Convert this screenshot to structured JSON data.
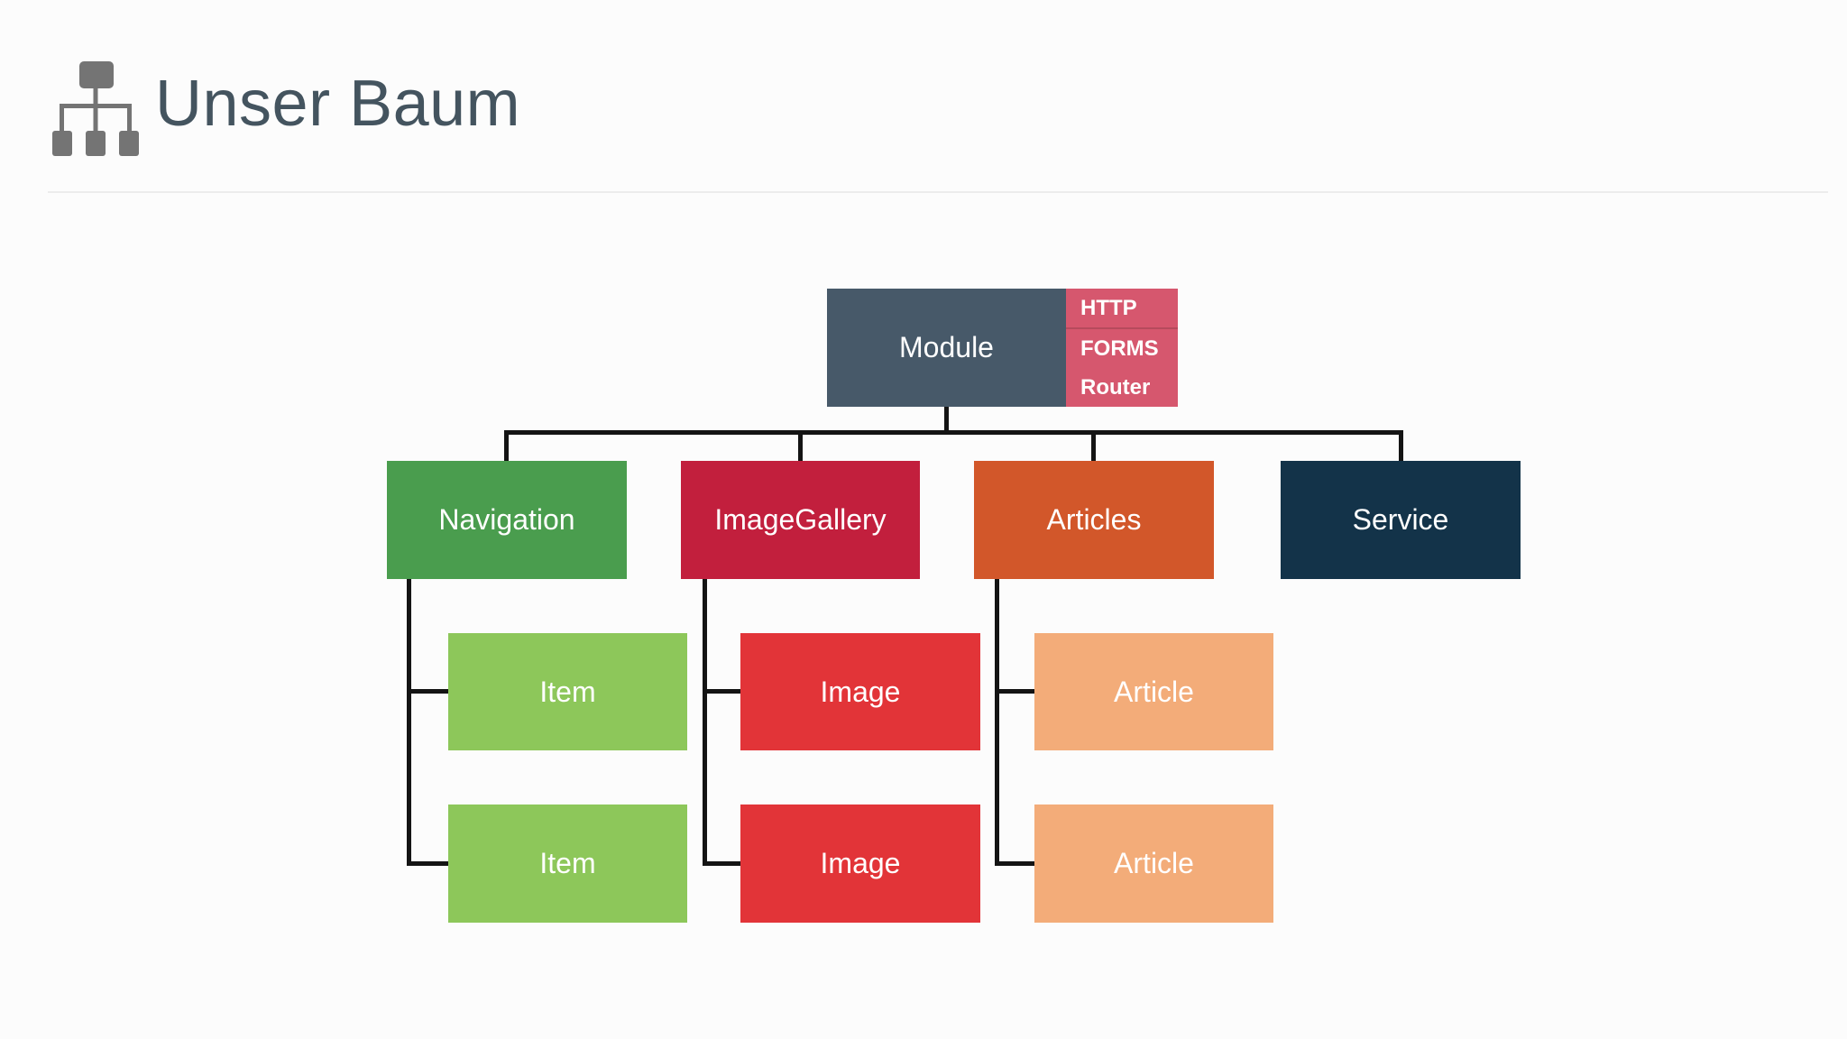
{
  "header": {
    "title": "Unser Baum",
    "icon": "org-tree-icon"
  },
  "tree": {
    "root": {
      "label": "Module",
      "badges": [
        "HTTP",
        "FORMS",
        "Router"
      ]
    },
    "children": [
      {
        "label": "Navigation",
        "children": [
          "Item",
          "Item"
        ]
      },
      {
        "label": "ImageGallery",
        "children": [
          "Image",
          "Image"
        ]
      },
      {
        "label": "Articles",
        "children": [
          "Article",
          "Article"
        ]
      },
      {
        "label": "Service",
        "children": []
      }
    ]
  },
  "colors": {
    "module": "#475969",
    "module_badges": "#d6576e",
    "navigation": "#4a9d4e",
    "imagegallery": "#c21f3d",
    "articles": "#d2572a",
    "service": "#133349",
    "item": "#8dc75a",
    "image": "#e23438",
    "article": "#f3ac79",
    "connector": "#141414",
    "title_text": "#44545f",
    "icon_gray": "#747474"
  }
}
